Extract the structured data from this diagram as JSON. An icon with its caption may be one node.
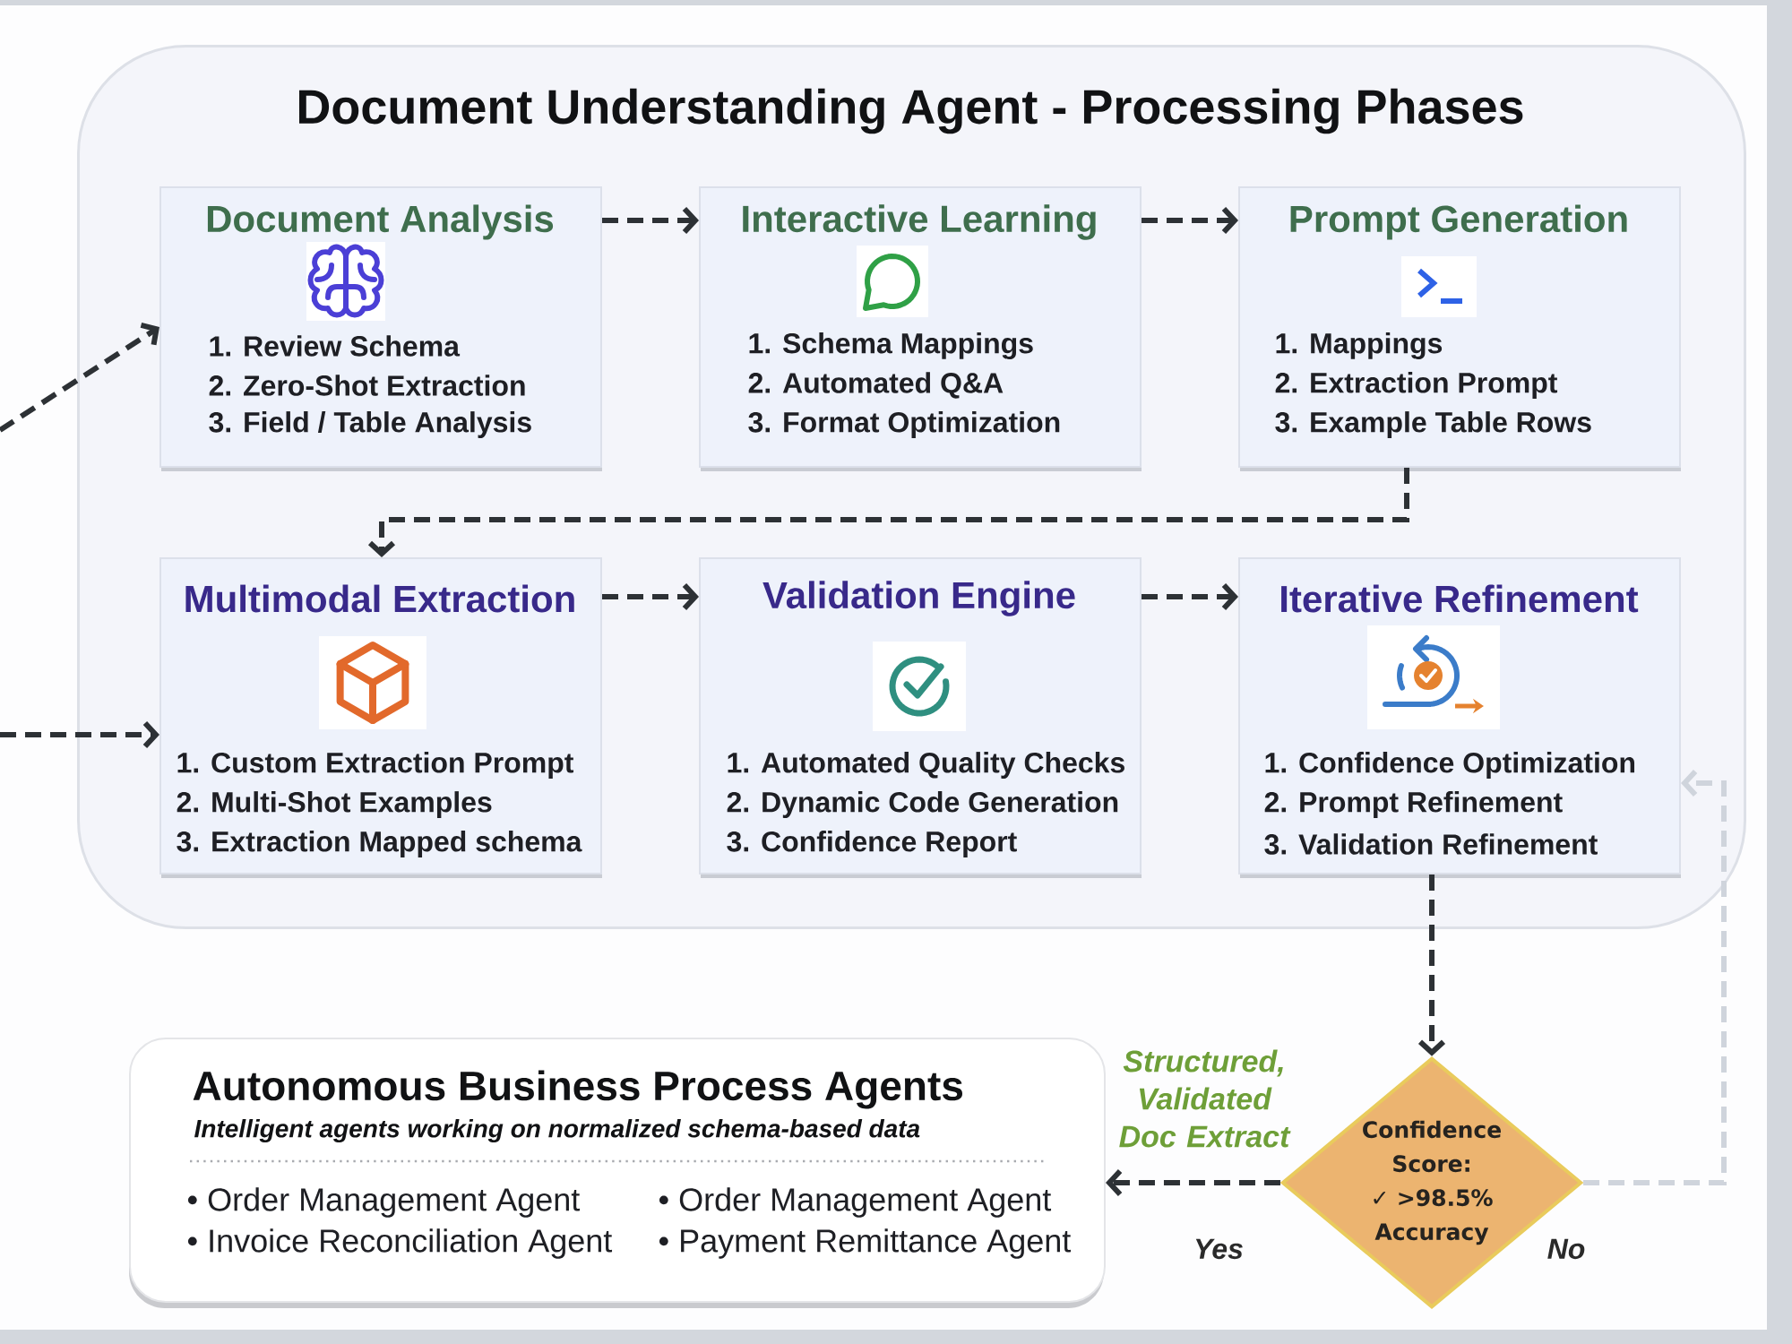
{
  "diagram": {
    "nodes": [
      {
        "text": [
          "Document Understanding Agent - Processing Phases"
        ]
      },
      {
        "text": [
          "Document Analysis",
          "1. Review Schema",
          "2. Zero-Shot Extraction",
          "3. Field / Table Analysis"
        ],
        "in": 0
      },
      {
        "text": [
          "Interactive Learning",
          "1. Schema Mappings",
          "2. Automated Q&A",
          "3. Format Optimization"
        ],
        "in": 0
      },
      {
        "text": [
          "Prompt Generation",
          "1. Mappings",
          "2. Extraction Prompt",
          "3. Example Table Rows"
        ],
        "in": 0
      },
      {
        "text": [
          "Multimodal Extraction",
          "1. Custom Extraction Prompt",
          "2. Multi-Shot Examples",
          "3. Extraction Mapped schema"
        ],
        "in": 0
      },
      {
        "text": [
          "Validation Engine",
          "1. Automated Quality Checks",
          "2. Dynamic Code Generation",
          "3. Confidence Report"
        ],
        "in": 0
      },
      {
        "text": [
          "Iterative Refinement",
          "1. Confidence Optimization",
          "2. Prompt Refinement",
          "3. Validation Refinement"
        ],
        "in": 0
      },
      {
        "text": [
          "Confidence Score:",
          "✓ >98.5% Accuracy"
        ]
      },
      {
        "text": [
          "Autonomous Business Process Agents",
          "Intelligent agents working on normalized schema-based data",
          "• Order Management Agent",
          "• Order Management Agent",
          "• Invoice Reconciliation Agent",
          "• Payment Remittance Agent"
        ]
      }
    ],
    "edges": [
      {
        "from": null,
        "to": 1,
        "arrow": "to",
        "style": "dashed"
      },
      {
        "from": null,
        "to": 4,
        "arrow": "to",
        "style": "dashed"
      },
      {
        "from": 1,
        "to": 2,
        "arrow": "to",
        "style": "dashed"
      },
      {
        "from": 2,
        "to": 3,
        "arrow": "to",
        "style": "dashed"
      },
      {
        "from": 3,
        "to": 4,
        "arrow": "to",
        "style": "dashed"
      },
      {
        "from": 4,
        "to": 5,
        "arrow": "to",
        "style": "dashed"
      },
      {
        "from": 5,
        "to": 6,
        "arrow": "to",
        "style": "dashed"
      },
      {
        "from": 6,
        "to": 7,
        "arrow": "to",
        "style": "dashed"
      },
      {
        "from": 7,
        "to": 8,
        "arrow": "to",
        "style": "dashed",
        "label": "Yes"
      },
      {
        "from": 7,
        "to": 6,
        "arrow": "to",
        "style": "dashed",
        "label": "No",
        "color": "#cfd4dc"
      }
    ],
    "labels": [
      "Structured, Validated Doc Extract"
    ]
  }
}
